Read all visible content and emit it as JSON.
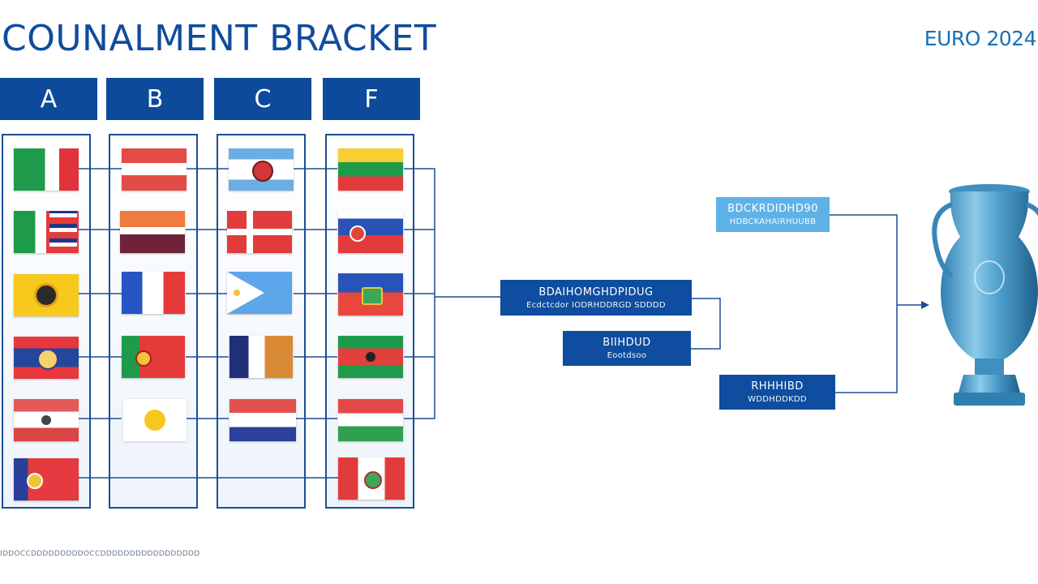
{
  "header": {
    "title": "COUNALMENT BRACKET",
    "brand": "EURO 2024"
  },
  "groups": [
    {
      "label": "A"
    },
    {
      "label": "B"
    },
    {
      "label": "C"
    },
    {
      "label": "F"
    }
  ],
  "rounds": {
    "quarterfinal_1": {
      "line1": "BDCKRDIDHD90",
      "line2": "HDBCKAHAIRHUUBB"
    },
    "semifinal_1": {
      "line1": "BDAIHOMGHDPIDUG",
      "line2": "Ecdctcdor  IODRHDDRGD  SDDDD"
    },
    "semifinal_2": {
      "line1": "BIIHDUD",
      "line2": "Eootdsoo"
    },
    "final": {
      "line1": "RHHHIBD",
      "line2": "WDDHDDKDD"
    }
  },
  "footer": {
    "text": "IDDOCCDDDDDDDDDOCCDDDDDDDDDDDDDDDDD"
  },
  "colors": {
    "header_blue": "#0d4a9b",
    "box_blue": "#0e4d9f",
    "light_box": "#5eb2e8",
    "line_blue": "#1b4f94",
    "trophy_blue": "#5aaad4"
  },
  "icons": {
    "trophy": "trophy-icon",
    "arrow": "arrow-right-icon"
  }
}
